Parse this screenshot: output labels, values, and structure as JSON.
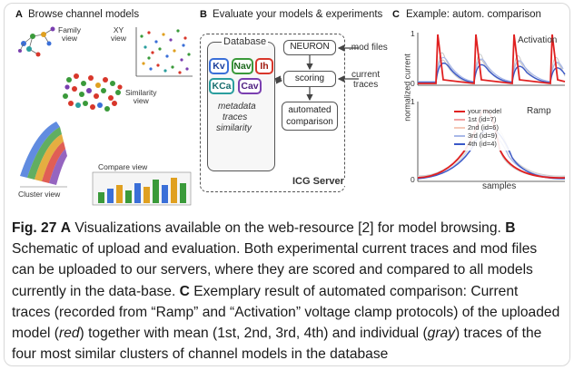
{
  "figure": {
    "panel_a": {
      "letter": "A",
      "title": "Browse channel models",
      "labels": {
        "family": "Family\nview",
        "xy": "XY\nview",
        "similarity": "Similarity\nview",
        "cluster": "Cluster view",
        "compare": "Compare view"
      }
    },
    "panel_b": {
      "letter": "B",
      "title": "Evaluate your models & experiments",
      "database_label": "Database",
      "channels": [
        "Kv",
        "Nav",
        "Ih",
        "KCa",
        "Cav"
      ],
      "metadata": "metadata",
      "traces": "traces",
      "similarity": "similarity",
      "neuron": "NEURON",
      "scoring": "scoring",
      "automated": "automated",
      "comparison": "comparison",
      "mod_files": ".mod files",
      "current": "current",
      "traces_in": "traces",
      "server": "ICG Server",
      "colors": {
        "Kv": "#3a6fd8",
        "Nav": "#3a9a3a",
        "Ih": "#d8362a",
        "KCa": "#2a9e9e",
        "Cav": "#7a3fb0"
      }
    },
    "panel_c": {
      "letter": "C",
      "title": "Example: autom. comparison",
      "ylabel": "normalized current",
      "xlabel": "samples",
      "top_label": "Activation",
      "bottom_label": "Ramp",
      "ytick_top": "1",
      "ytick_zero_top": "0",
      "ytick_one_bottom": "1",
      "ytick_zero_bottom": "0",
      "legend": [
        {
          "label": "your model",
          "color": "#e02020"
        },
        {
          "label": "1st (id=7)",
          "color": "#f2a0a0"
        },
        {
          "label": "2nd (id=6)",
          "color": "#f5c8b8"
        },
        {
          "label": "3rd (id=9)",
          "color": "#a8b8e8"
        },
        {
          "label": "4th (id=4)",
          "color": "#3a58c8"
        }
      ]
    }
  },
  "caption": {
    "fig_label": "Fig. 27",
    "a_letter": "A",
    "a_text": " Visualizations available on the web-resource [2] for model browsing. ",
    "b_letter": "B",
    "b_text": " Schematic of upload and evaluation. Both experimental current traces and mod files can be uploaded to our servers, where they are scored and compared to all models currently in the data-base. ",
    "c_letter": "C",
    "c_text_1": " Exemplary result of automated comparison: Current traces (recorded from “Ramp” and “Activation” voltage clamp protocols) of the uploaded model (",
    "red": "red",
    "c_text_2": ") together with mean (1st, 2nd, 3rd, 4th) and individual (",
    "gray": "gray",
    "c_text_3": ") traces of the four most similar clusters of channel models in the database"
  }
}
